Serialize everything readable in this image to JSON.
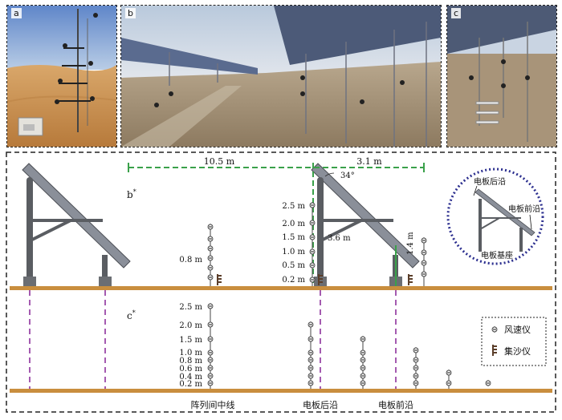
{
  "photos": {
    "a": {
      "label": "a"
    },
    "b": {
      "label": "b"
    },
    "c": {
      "label": "c"
    }
  },
  "diagram": {
    "section_b": "b",
    "section_c": "c",
    "section_sup": "*",
    "spacing": {
      "first": "10.5 m",
      "second": "3.1 m"
    },
    "angle": "34°",
    "b_heights": [
      "2.5 m",
      "2.0 m",
      "1.5 m",
      "1.0 m",
      "0.5 m",
      "0.2 m"
    ],
    "b_mid_height": "0.8 m",
    "b_panel_rear_height": "3.6 m",
    "b_panel_front_height": "1.4 m",
    "c_heights": [
      "2.5 m",
      "2.0 m",
      "1.5 m",
      "1.0 m",
      "0.8 m",
      "0.6 m",
      "0.4 m",
      "0.2 m"
    ],
    "bottom_labels": [
      "阵列间中线",
      "电板后沿",
      "电板前沿"
    ],
    "inset": {
      "rear": "电板后沿",
      "front": "电板前沿",
      "base": "电板基座"
    },
    "legend": {
      "anemometer": "风速仪",
      "sand_collector": "集沙仪"
    },
    "colors": {
      "ground": "#c98e3e",
      "structure": "#5a5d62",
      "panel": "#8a8f99",
      "green_dash": "#3aa14a",
      "purple_dash": "#9a49a8",
      "circle": "#2c2f8f"
    }
  }
}
